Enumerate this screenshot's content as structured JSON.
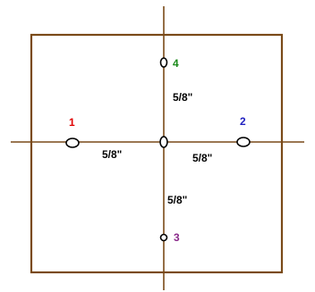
{
  "holes": [
    {
      "id": "hole-1",
      "label": "1",
      "color": "#e00000"
    },
    {
      "id": "hole-2",
      "label": "2",
      "color": "#2020c0"
    },
    {
      "id": "hole-3",
      "label": "3",
      "color": "#8a2a8a"
    },
    {
      "id": "hole-4",
      "label": "4",
      "color": "#1a8a1a"
    }
  ],
  "dimensions": {
    "left": "5/8\"",
    "right": "5/8\"",
    "top": "5/8\"",
    "bottom": "5/8\""
  },
  "colors": {
    "frame": "#7a4a18",
    "hole_outline": "#000000"
  }
}
